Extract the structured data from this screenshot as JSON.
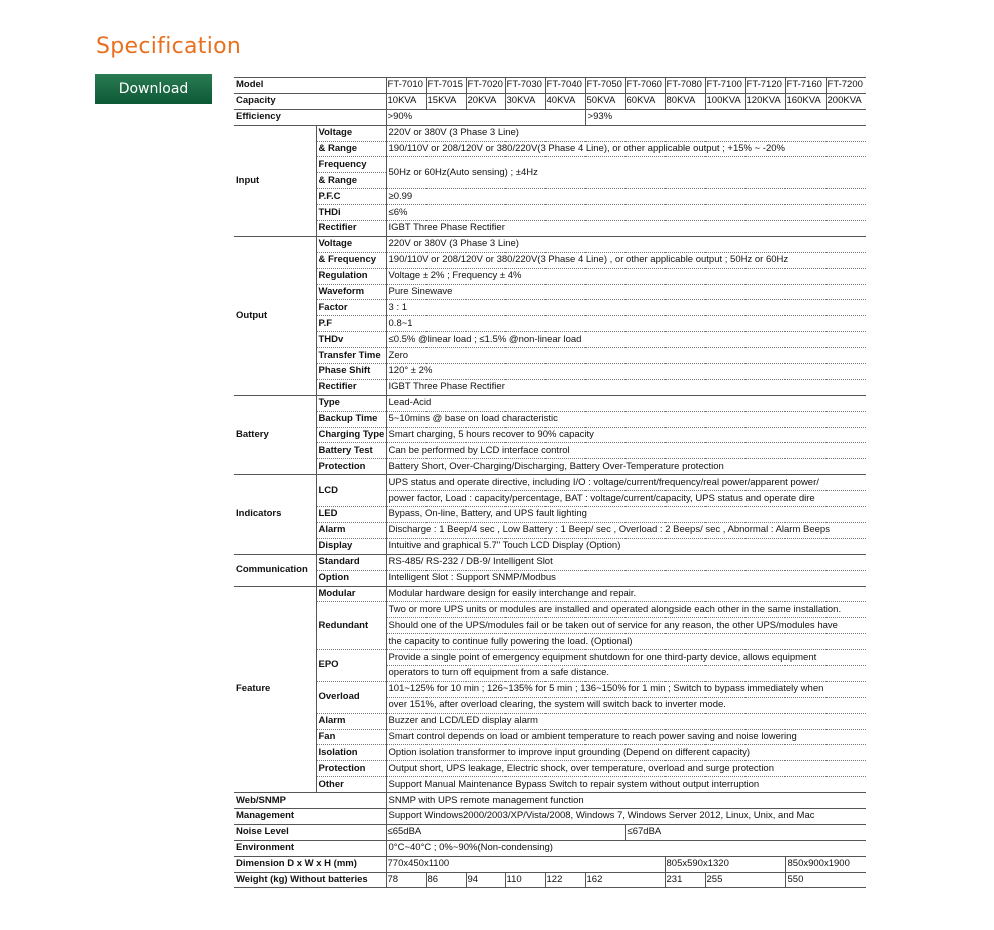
{
  "page": {
    "title": "Specification",
    "download": "Download"
  },
  "table": {
    "model_label": "Model",
    "models": [
      "FT-7010",
      "FT-7015",
      "FT-7020",
      "FT-7030",
      "FT-7040",
      "FT-7050",
      "FT-7060",
      "FT-7080",
      "FT-7100",
      "FT-7120",
      "FT-7160",
      "FT-7200"
    ],
    "capacity_label": "Capacity",
    "capacities": [
      "10KVA",
      "15KVA",
      "20KVA",
      "30KVA",
      "40KVA",
      "50KVA",
      "60KVA",
      "80KVA",
      "100KVA",
      "120KVA",
      "160KVA",
      "200KVA"
    ],
    "efficiency_label": "Efficiency",
    "efficiency": [
      ">90%",
      ">93%"
    ],
    "input": {
      "label": "Input",
      "voltage": "Voltage",
      "range": "& Range",
      "voltage_v1": "220V or 380V (3 Phase 3 Line)",
      "voltage_v2": "190/110V or 208/120V or 380/220V(3 Phase 4 Line), or other applicable output ; +15% ~ -20%",
      "frequency": "Frequency",
      "frequency_range": "& Range",
      "frequency_v": "50Hz or 60Hz(Auto sensing) ; ±4Hz",
      "pfc": "P.F.C",
      "pfc_v": "≥0.99",
      "thdi": "THDi",
      "thdi_v": "≤6%",
      "rectifier": "Rectifier",
      "rectifier_v": "IGBT Three Phase Rectifier"
    },
    "output": {
      "label": "Output",
      "voltage": "Voltage",
      "freq": "& Frequency",
      "voltage_v1": "220V or 380V (3 Phase 3 Line)",
      "voltage_v2": "190/110V or 208/120V or 380/220V(3 Phase 4 Line) , or other applicable output ; 50Hz or 60Hz",
      "regulation": "Regulation",
      "regulation_v": "Voltage ± 2% ; Frequency ± 4%",
      "waveform": "Waveform",
      "waveform_v": "Pure Sinewave",
      "factor": "Factor",
      "factor_v": "3 : 1",
      "pf": "P.F",
      "pf_v": "0.8~1",
      "thdv": "THDv",
      "thdv_v": "≤0.5% @linear load ; ≤1.5% @non-linear load",
      "transfer": "Transfer Time",
      "transfer_v": "Zero",
      "phase": "Phase Shift",
      "phase_v": "120° ± 2%",
      "rectifier": "Rectifier",
      "rectifier_v": "IGBT Three Phase Rectifier"
    },
    "battery": {
      "label": "Battery",
      "type": "Type",
      "type_v": "Lead-Acid",
      "backup": "Backup Time",
      "backup_v": "5~10mins @ base on load characteristic",
      "charging": "Charging Type",
      "charging_v": "Smart charging, 5 hours recover to 90% capacity",
      "test": "Battery Test",
      "test_v": "Can be performed by LCD interface control",
      "protection": "Protection",
      "protection_v": "Battery Short, Over-Charging/Discharging, Battery Over-Temperature protection"
    },
    "indicators": {
      "label": "Indicators",
      "lcd": "LCD",
      "lcd_v1": "UPS status and operate directive, including I/O : voltage/current/frequency/real power/apparent power/",
      "lcd_v2": "power factor, Load : capacity/percentage, BAT : voltage/current/capacity, UPS status and operate dire",
      "led": "LED",
      "led_v": "Bypass, On-line, Battery, and UPS fault lighting",
      "alarm": "Alarm",
      "alarm_v": "Discharge : 1 Beep/4 sec , Low Battery : 1 Beep/ sec , Overload : 2 Beeps/ sec , Abnormal : Alarm Beeps",
      "display": "Display",
      "display_v": "Intuitive and graphical 5.7\"   Touch LCD Display (Option)"
    },
    "communication": {
      "label": "Communication",
      "standard": "Standard",
      "standard_v": "RS-485/ RS-232 / DB-9/ Intelligent Slot",
      "option": "Option",
      "option_v": "Intelligent Slot : Support SNMP/Modbus"
    },
    "feature": {
      "label": "Feature",
      "modular": "Modular",
      "modular_v": "Modular hardware design for easily interchange and repair.",
      "redundant": "Redundant",
      "redundant_v1": "Two or more UPS units or modules are installed and operated alongside each other in the same installation.",
      "redundant_v2": "Should one of the UPS/modules fail or be taken out of service for any reason, the other UPS/modules have",
      "redundant_v3": "the capacity to continue fully powering the load. (Optional)",
      "epo": "EPO",
      "epo_v1": "Provide a single point of emergency equipment shutdown for one third-party device, allows equipment",
      "epo_v2": "operators to turn off equipment from a safe distance.",
      "overload": "Overload",
      "overload_v1": "101~125% for 10 min ; 126~135% for 5 min ; 136~150% for 1 min ; Switch to bypass immediately when",
      "overload_v2": "over 151%, after overload clearing, the system will switch back to inverter mode.",
      "alarm": "Alarm",
      "alarm_v": "Buzzer and LCD/LED display alarm",
      "fan": "Fan",
      "fan_v": "Smart control depends on load or ambient temperature to reach power saving and noise lowering",
      "isolation": "Isolation",
      "isolation_v": "Option isolation transformer to improve input grounding (Depend on different capacity)",
      "protection": "Protection",
      "protection_v": "Output short, UPS leakage, Electric shock, over temperature, overload and surge protection",
      "other": "Other",
      "other_v": "Support Manual Maintenance Bypass Switch to repair system without output interruption"
    },
    "web_label": "Web/SNMP",
    "web_v": "SNMP with UPS remote management function",
    "mgmt_label": "Management",
    "mgmt_v": "Support Windows2000/2003/XP/Vista/2008, Windows 7, Windows Server 2012, Linux, Unix, and Mac",
    "noise_label": "Noise Level",
    "noise": [
      "≤65dBA",
      "≤67dBA"
    ],
    "env_label": "Environment",
    "env_v": "0°C~40°C ; 0%~90%(Non-condensing)",
    "dim_label": "Dimension   D x W x H (mm)",
    "dims": [
      "770x450x1100",
      "805x590x1320",
      "850x900x1900"
    ],
    "weight_label": "Weight (kg)  Without batteries",
    "weights": [
      "78",
      "86",
      "94",
      "110",
      "122",
      "162",
      "231",
      "255",
      "550"
    ]
  }
}
